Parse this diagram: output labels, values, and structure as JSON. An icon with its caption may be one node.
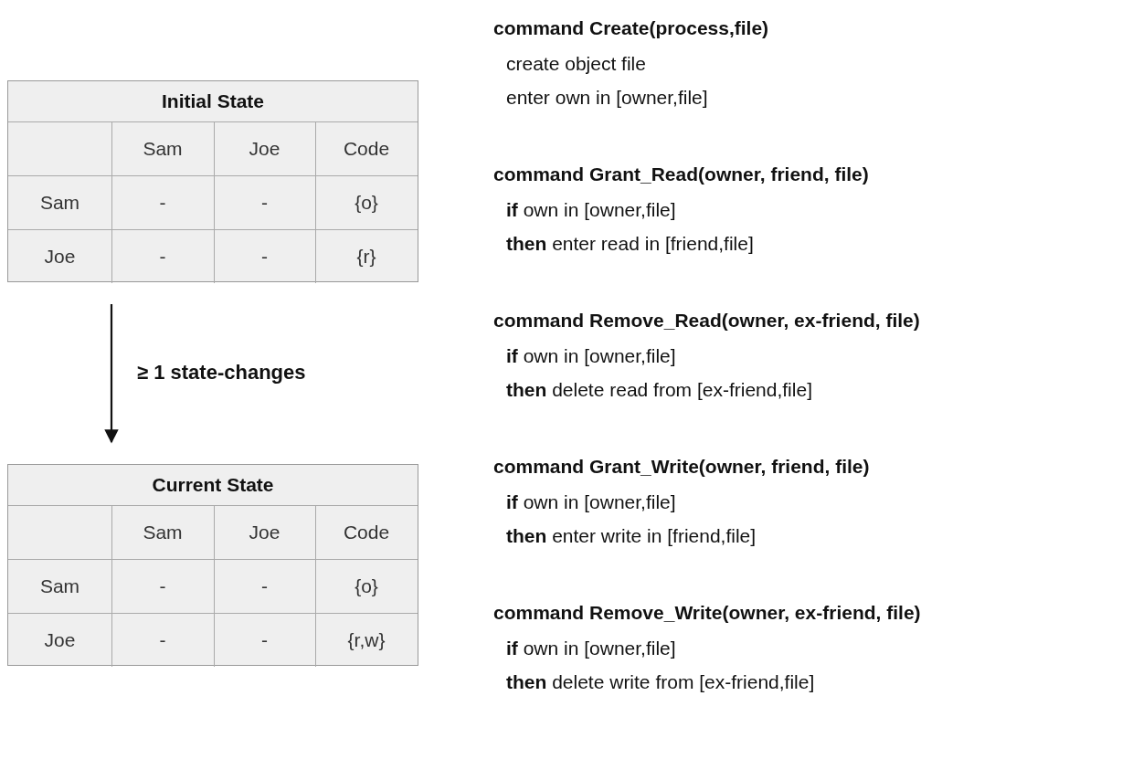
{
  "diagram": {
    "nodes": [
      {
        "text": [
          "Initial State"
        ]
      },
      {
        "text": [
          "Current State"
        ]
      }
    ],
    "edges": [
      {
        "from": 0,
        "to": 1,
        "arrow": "to",
        "label": "≥ 1 state-changes"
      }
    ],
    "labels": [
      "Sam",
      "Joe",
      "Code",
      "Sam",
      "-",
      "-",
      "{o}",
      "Joe",
      "-",
      "-",
      "{r}",
      "Sam",
      "Joe",
      "Code",
      "Sam",
      "-",
      "-",
      "{o}",
      "Joe",
      "-",
      "-",
      "{r,w}",
      "command Create(process,file)",
      "create object file",
      "enter own in [owner,file]",
      "command Grant_Read(owner, friend, file)",
      "**if** own in [owner,file]",
      "**then** enter read in [friend,file]",
      "command Remove_Read(owner, ex-friend, file)",
      "**if** own in [owner,file]",
      "**then** delete read from [ex-friend,file]",
      "command Grant_Write(owner, friend, file)",
      "**if** own in [owner,file]",
      "**then** enter write in [friend,file]",
      "command Remove_Write(owner, ex-friend, file)",
      "**if** own in [owner,file]",
      "**then** delete write from [ex-friend,file]"
    ]
  }
}
